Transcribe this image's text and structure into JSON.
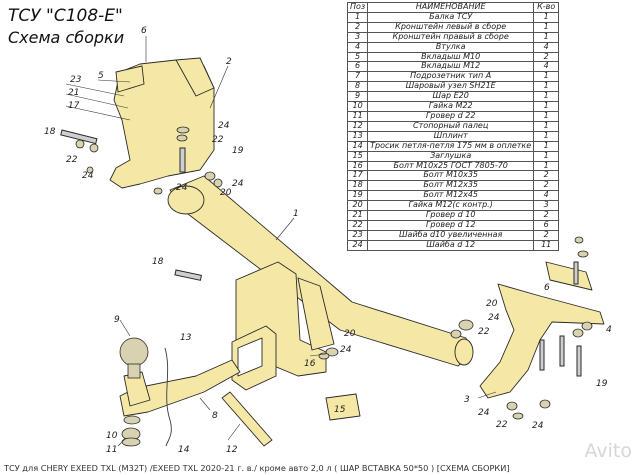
{
  "header": {
    "title": "ТСУ \"С108-Е\"",
    "subtitle": "Схема сборки"
  },
  "table": {
    "columns": [
      "Поз",
      "НАИМЕНОВАНИЕ",
      "К-во"
    ],
    "rows": [
      [
        "1",
        "Балка ТСУ",
        "1"
      ],
      [
        "2",
        "Кронштейн левый в сборе",
        "1"
      ],
      [
        "3",
        "Кронштейн правый в сборе",
        "1"
      ],
      [
        "4",
        "Втулка",
        "4"
      ],
      [
        "5",
        "Вкладыш М10",
        "2"
      ],
      [
        "6",
        "Вкладыш М12",
        "4"
      ],
      [
        "7",
        "Подрозетник тип А",
        "1"
      ],
      [
        "8",
        "Шаровый узел SH21E",
        "1"
      ],
      [
        "9",
        "Шар E20",
        "1"
      ],
      [
        "10",
        "Гайка М22",
        "1"
      ],
      [
        "11",
        "Гровер d 22",
        "1"
      ],
      [
        "12",
        "Стопорный палец",
        "1"
      ],
      [
        "13",
        "Шплинт",
        "1"
      ],
      [
        "14",
        "Тросик петля-петля 175 мм в оплетке",
        "1"
      ],
      [
        "15",
        "Заглушка",
        "1"
      ],
      [
        "16",
        "Болт М10х25 ГОСТ 7805-70",
        "1"
      ],
      [
        "17",
        "Болт М10х35",
        "2"
      ],
      [
        "18",
        "Болт М12х35",
        "2"
      ],
      [
        "19",
        "Болт М12х45",
        "4"
      ],
      [
        "20",
        "Гайка М12(с контр.)",
        "3"
      ],
      [
        "21",
        "Гровер d 10",
        "2"
      ],
      [
        "22",
        "Гровер d 12",
        "6"
      ],
      [
        "23",
        "Шайба d10 увеличенная",
        "2"
      ],
      [
        "24",
        "Шайба d 12",
        "11"
      ]
    ]
  },
  "callouts": {
    "c6": "6",
    "c2a": "2",
    "c23": "23",
    "c5": "5",
    "c21": "21",
    "c17": "17",
    "c18a": "18",
    "c22a": "22",
    "c24a": "24",
    "c24b": "24",
    "c22b": "22",
    "c19a": "19",
    "c24c": "24",
    "c20a": "20",
    "c24d": "24",
    "c1": "1",
    "c18b": "18",
    "c9": "9",
    "c13": "13",
    "c10": "10",
    "c11": "11",
    "c8": "8",
    "c12": "12",
    "c14": "14",
    "c15": "15",
    "c16": "16",
    "c20b": "20",
    "c24e": "24",
    "c22c": "22",
    "c20c": "20",
    "c24f": "24",
    "c3": "3",
    "c24g": "24",
    "c22d": "22",
    "c24h": "24",
    "c19b": "19",
    "c6b": "6",
    "c4": "4"
  },
  "caption": "ТСУ для CHERY EXEED TXL (M32T) /EXEED TXL 2020-21 г. в./ кроме авто 2,0 л ( ШАР ВСТАВКА 50*50 ) [СХЕМА СБОРКИ]",
  "watermark": "Avito",
  "colors": {
    "part_fill": "#f5e8a6",
    "line": "#2a2a2a",
    "table_border": "#555555"
  }
}
